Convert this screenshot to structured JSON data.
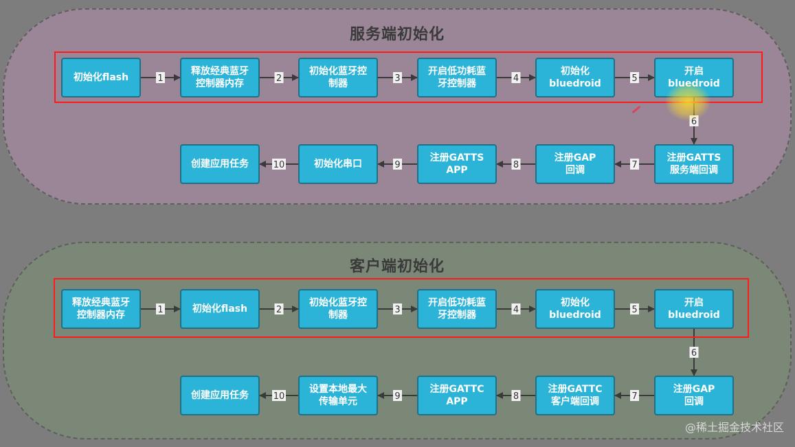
{
  "server": {
    "title": "服务端初始化",
    "nodes": [
      {
        "id": "s1",
        "label": "初始化flash"
      },
      {
        "id": "s2",
        "label": "释放经典蓝牙\n控制器内存"
      },
      {
        "id": "s3",
        "label": "初始化蓝牙控\n制器"
      },
      {
        "id": "s4",
        "label": "开启低功耗蓝\n牙控制器"
      },
      {
        "id": "s5",
        "label": "初始化\nbluedroid"
      },
      {
        "id": "s6",
        "label": "开启\nbluedroid"
      },
      {
        "id": "s7",
        "label": "注册GATTS\n服务端回调"
      },
      {
        "id": "s8",
        "label": "注册GAP\n回调"
      },
      {
        "id": "s9",
        "label": "注册GATTS\nAPP"
      },
      {
        "id": "s10",
        "label": "初始化串口"
      },
      {
        "id": "s11",
        "label": "创建应用任务"
      }
    ],
    "edges": [
      {
        "from": "s1",
        "to": "s2",
        "label": "1"
      },
      {
        "from": "s2",
        "to": "s3",
        "label": "2"
      },
      {
        "from": "s3",
        "to": "s4",
        "label": "3"
      },
      {
        "from": "s4",
        "to": "s5",
        "label": "4"
      },
      {
        "from": "s5",
        "to": "s6",
        "label": "5"
      },
      {
        "from": "s6",
        "to": "s7",
        "label": "6"
      },
      {
        "from": "s7",
        "to": "s8",
        "label": "7"
      },
      {
        "from": "s8",
        "to": "s9",
        "label": "8"
      },
      {
        "from": "s9",
        "to": "s10",
        "label": "9"
      },
      {
        "from": "s10",
        "to": "s11",
        "label": "10"
      }
    ]
  },
  "client": {
    "title": "客户端初始化",
    "nodes": [
      {
        "id": "c1",
        "label": "释放经典蓝牙\n控制器内存"
      },
      {
        "id": "c2",
        "label": "初始化flash"
      },
      {
        "id": "c3",
        "label": "初始化蓝牙控\n制器"
      },
      {
        "id": "c4",
        "label": "开启低功耗蓝\n牙控制器"
      },
      {
        "id": "c5",
        "label": "初始化\nbluedroid"
      },
      {
        "id": "c6",
        "label": "开启\nbluedroid"
      },
      {
        "id": "c7",
        "label": "注册GAP\n回调"
      },
      {
        "id": "c8",
        "label": "注册GATTC\n客户端回调"
      },
      {
        "id": "c9",
        "label": "注册GATTC\nAPP"
      },
      {
        "id": "c10",
        "label": "设置本地最大\n传输单元"
      },
      {
        "id": "c11",
        "label": "创建应用任务"
      }
    ],
    "edges": [
      {
        "from": "c1",
        "to": "c2",
        "label": "1"
      },
      {
        "from": "c2",
        "to": "c3",
        "label": "2"
      },
      {
        "from": "c3",
        "to": "c4",
        "label": "3"
      },
      {
        "from": "c4",
        "to": "c5",
        "label": "4"
      },
      {
        "from": "c5",
        "to": "c6",
        "label": "5"
      },
      {
        "from": "c6",
        "to": "c7",
        "label": "6"
      },
      {
        "from": "c7",
        "to": "c8",
        "label": "7"
      },
      {
        "from": "c8",
        "to": "c9",
        "label": "8"
      },
      {
        "from": "c9",
        "to": "c10",
        "label": "9"
      },
      {
        "from": "c10",
        "to": "c11",
        "label": "10"
      }
    ]
  },
  "watermark": "@稀土掘金技术社区",
  "colors": {
    "node_fill": "#2bb4d8",
    "node_border": "#1f6f86",
    "server_panel": "#9a8696",
    "client_panel": "#7c8877",
    "highlight": "#ff1a1a"
  }
}
